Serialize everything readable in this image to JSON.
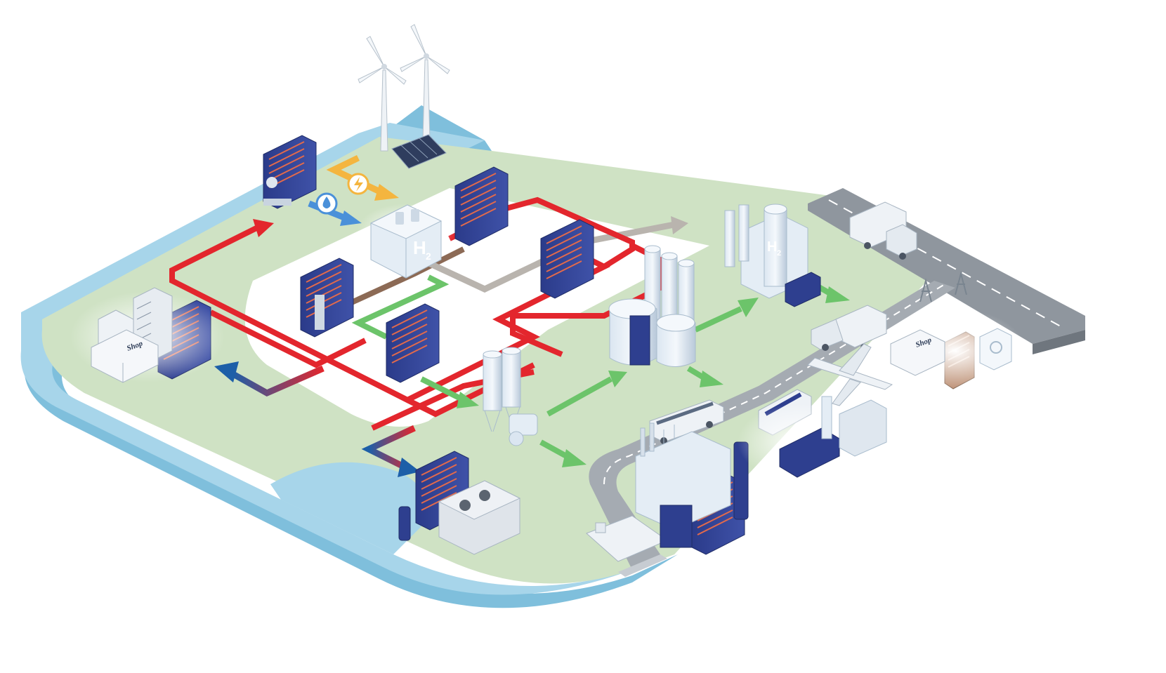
{
  "labels": {
    "h2_electrolyser": "H",
    "h2_electrolyser_sub": "2",
    "h2_storage": "H",
    "h2_storage_sub": "2",
    "shop_left": "Shop",
    "shop_right": "Shop"
  },
  "colors": {
    "water": "#9fd0e6",
    "water_edge": "#7fbfdc",
    "land": "#cfe2c4",
    "road": "#9aa0a6",
    "heat_pipe": "#e3262d",
    "cold_pipe": "#1d5fa8",
    "h2_flow_green": "#6cc46a",
    "gas_pipe": "#b9b4ae",
    "co2_pipe": "#8c6a55",
    "power_arrow": "#f4b53f",
    "heat_exchanger": "#2e3f8f"
  },
  "icons": [
    "wind-turbine-icon",
    "solar-panel-icon",
    "lightning-icon",
    "water-drop-icon",
    "heat-exchanger-icon",
    "electrolyser-icon",
    "storage-tank-icon",
    "truck-icon",
    "bus-icon",
    "train-icon",
    "airplane-icon",
    "ship-icon",
    "factory-icon",
    "pylon-icon"
  ]
}
